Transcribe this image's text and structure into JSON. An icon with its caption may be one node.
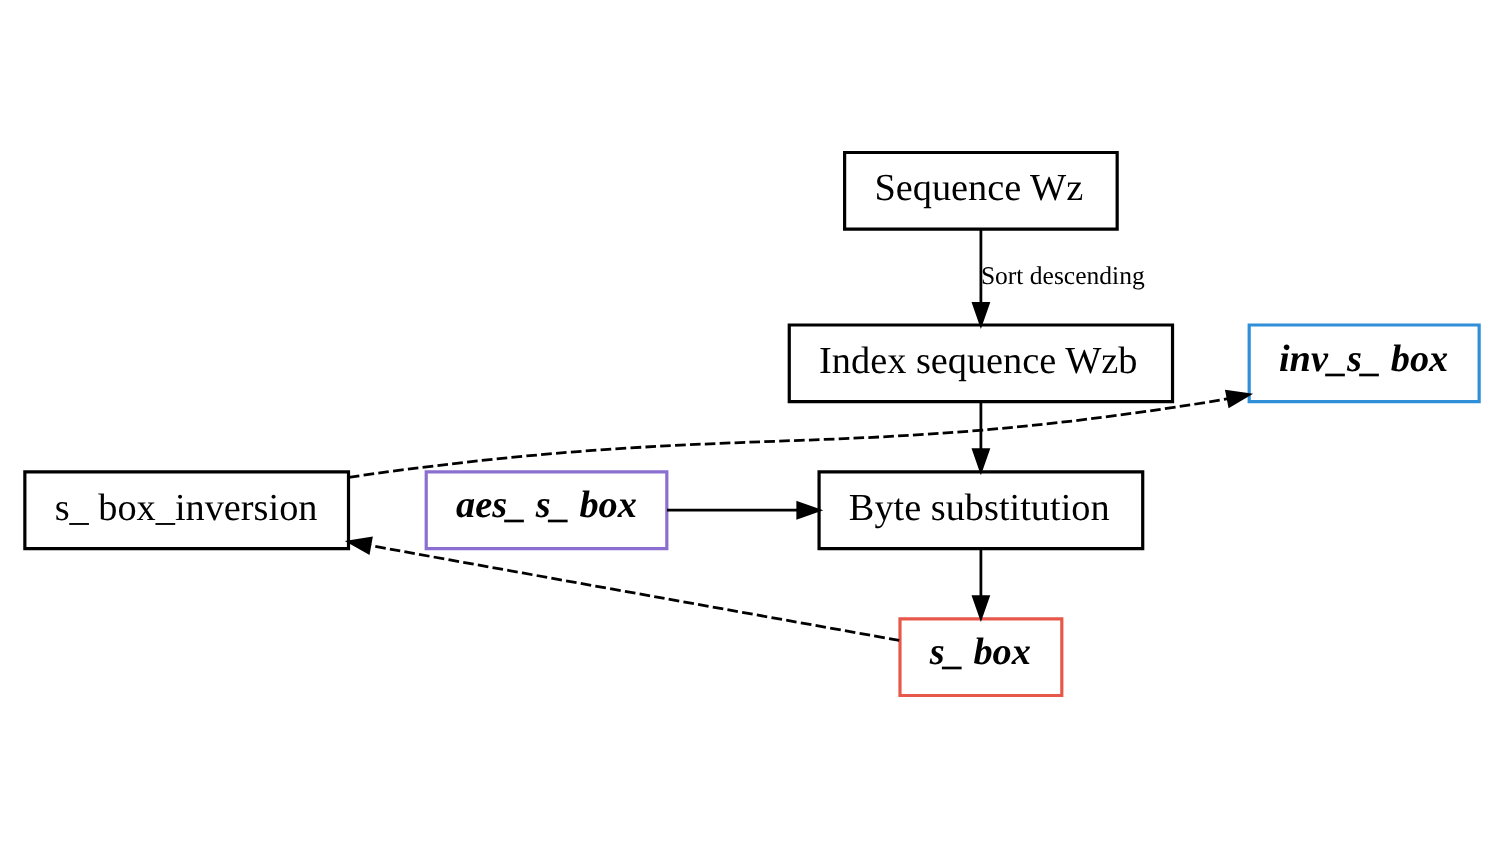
{
  "diagram": {
    "nodes": [
      {
        "text": [
          "Sequence Wz"
        ]
      },
      {
        "text": [
          "Index sequence Wzb"
        ]
      },
      {
        "text": [
          "aes_ s_ box"
        ]
      },
      {
        "text": [
          "Byte substitution"
        ]
      },
      {
        "text": [
          "s_ box"
        ]
      },
      {
        "text": [
          "s_ box_inversion"
        ]
      },
      {
        "text": [
          "inv_s_ box"
        ]
      }
    ],
    "edges": [
      {
        "from": 0,
        "to": 1,
        "arrow": "to",
        "label": "Sort descending"
      },
      {
        "from": 1,
        "to": 3,
        "arrow": "to"
      },
      {
        "from": 2,
        "to": 3,
        "arrow": "to"
      },
      {
        "from": 3,
        "to": 4,
        "arrow": "to"
      },
      {
        "from": 4,
        "to": 5,
        "arrow": "to",
        "style": "dashed"
      },
      {
        "from": 5,
        "to": 6,
        "arrow": "to",
        "style": "dashed"
      }
    ]
  }
}
